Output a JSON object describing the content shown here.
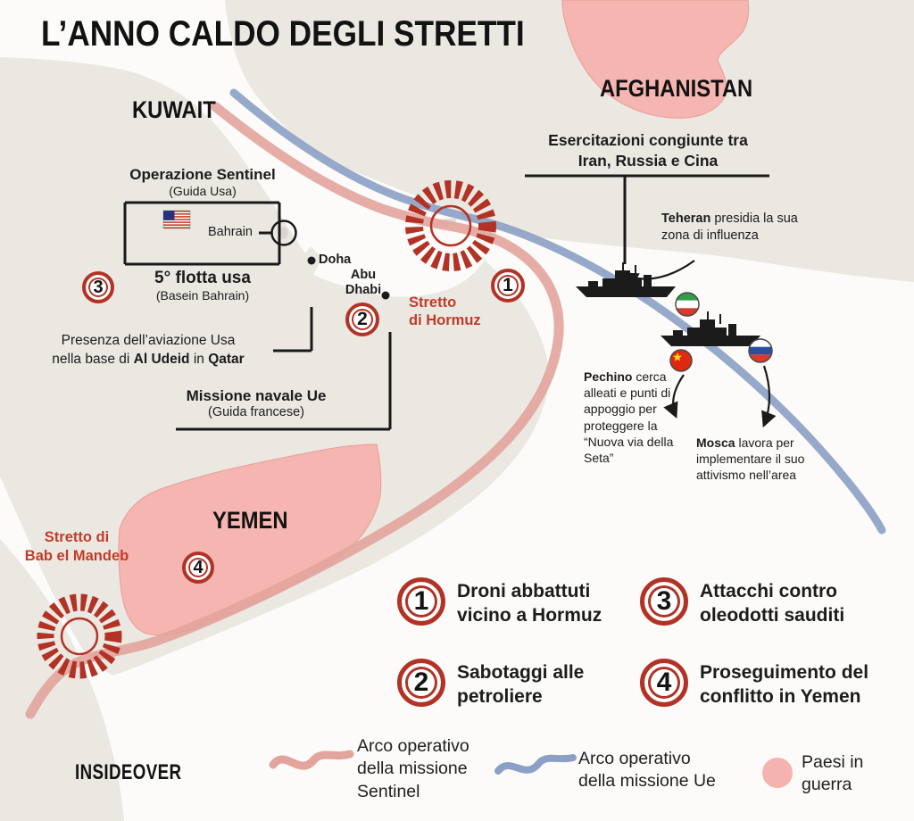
{
  "title": "L’ANNO CALDO DEGLI STRETTI",
  "labels": {
    "kuwait": "KUWAIT",
    "afghanistan": "AFGHANISTAN",
    "yemen": "YEMEN",
    "doha": "Doha",
    "abu_dhabi": "Abu\nDhabi",
    "bahrain": "Bahrain",
    "hormuz": "Stretto\ndi Hormuz",
    "bab_el_mandeb": "Stretto di\nBab el Mandeb"
  },
  "annotations": {
    "esercitazioni": "Esercitazioni congiunte tra\nIran, Russia e Cina",
    "teheran_bold": "Teheran",
    "teheran_text": " presidia la sua\nzona di influenza",
    "sentinel_title": "Operazione Sentinel",
    "sentinel_sub": "(Guida Usa)",
    "fleet_title": "5° flotta usa",
    "fleet_sub": "(Basein Bahrain)",
    "aludeid_text1": "Presenza dell’aviazione Usa\nnella base di ",
    "aludeid_bold1": "Al Udeid",
    "aludeid_text2": " in ",
    "aludeid_bold2": "Qatar",
    "ue_title": "Missione navale Ue",
    "ue_sub": "(Guida francese)",
    "pechino_bold": "Pechino",
    "pechino_text": " cerca alleati e punti di appoggio per proteggere la “Nuova via della Seta”",
    "mosca_bold": "Mosca",
    "mosca_text": " lavora per implementare il suo attivismo nell’area"
  },
  "map_markers": {
    "hormuz": "1",
    "tankers": "2",
    "fleet": "3",
    "yemen": "4"
  },
  "legend": {
    "items": [
      {
        "number": "1",
        "text": "Droni abbattuti\nvicino a Hormuz"
      },
      {
        "number": "2",
        "text": "Sabotaggi alle\npetroliere"
      },
      {
        "number": "3",
        "text": "Attacchi contro\noleodotti sauditi"
      },
      {
        "number": "4",
        "text": "Proseguimento del\nconflitto in Yemen"
      }
    ],
    "arc_sentinel": "Arco operativo\ndella missione\nSentinel",
    "arc_ue": "Arco operativo\ndella missione Ue",
    "war": "Paesi in\nguerra"
  },
  "logo": "INSIDEOVER",
  "colors": {
    "accent_red": "#b23325",
    "label_red": "#c23b28",
    "war_pink": "#f4b3ae",
    "arc_sentinel_pink": "#e2a49c",
    "arc_ue_blue": "#8ba0c4",
    "land_gray": "#ebe8e2"
  },
  "icons": {
    "us_flag": "us-flag-icon",
    "iran_flag": "iran-flag-icon",
    "china_flag": "china-flag-icon",
    "russia_flag": "russia-flag-icon",
    "warship": "warship-icon",
    "strait_knot": "strait-knot-icon"
  }
}
